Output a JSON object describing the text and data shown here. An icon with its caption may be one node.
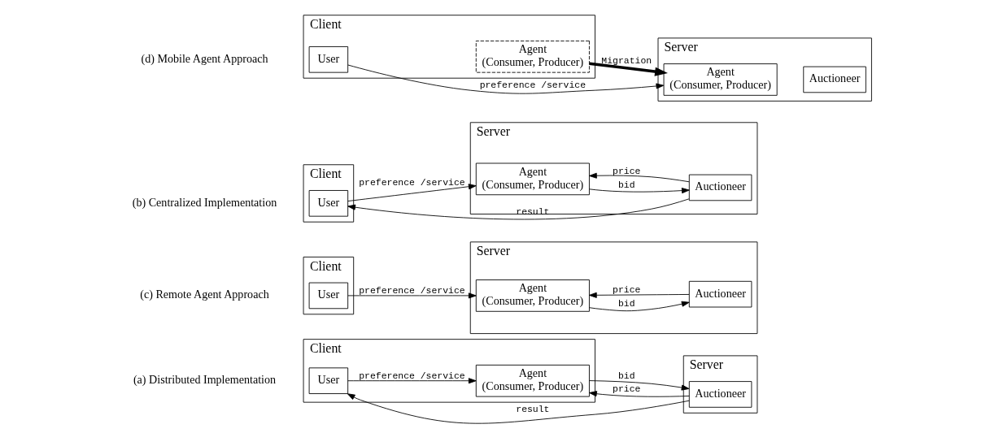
{
  "diagram": {
    "nodes": [
      {
        "text": [
          "Client"
        ]
      },
      {
        "text": [
          "User"
        ],
        "in": 0
      },
      {
        "text": [
          "Agent",
          "(Consumer, Producer)"
        ],
        "in": 0
      },
      {
        "text": [
          "Server"
        ]
      },
      {
        "text": [
          "Auctioneer"
        ],
        "in": 3
      },
      {
        "text": [
          "Client"
        ]
      },
      {
        "text": [
          "User"
        ],
        "in": 5
      },
      {
        "text": [
          "Server"
        ]
      },
      {
        "text": [
          "Agent",
          "(Consumer, Producer)"
        ],
        "in": 7
      },
      {
        "text": [
          "Auctioneer"
        ],
        "in": 7
      },
      {
        "text": [
          "Client"
        ]
      },
      {
        "text": [
          "User"
        ],
        "in": 10
      },
      {
        "text": [
          "Server"
        ]
      },
      {
        "text": [
          "Agent",
          "(Consumer, Producer)"
        ],
        "in": 12
      },
      {
        "text": [
          "Auctioneer"
        ],
        "in": 12
      },
      {
        "text": [
          "Client"
        ]
      },
      {
        "text": [
          "User"
        ],
        "in": 15
      },
      {
        "text": [
          "Agent",
          "(Consumer, Producer)"
        ],
        "in": 15
      },
      {
        "text": [
          "Server"
        ]
      },
      {
        "text": [
          "Agent",
          "(Consumer, Producer)"
        ],
        "in": 18
      },
      {
        "text": [
          "Auctioneer"
        ],
        "in": 18
      }
    ],
    "edges": [
      {
        "from": 1,
        "to": 2,
        "arrow": "to",
        "label": "preference /service"
      },
      {
        "from": 4,
        "to": 2,
        "arrow": "to",
        "label": "price"
      },
      {
        "from": 2,
        "to": 4,
        "arrow": "to",
        "label": "bid"
      },
      {
        "from": 4,
        "to": 1,
        "arrow": "to",
        "label": "result"
      },
      {
        "from": 6,
        "to": 8,
        "arrow": "to",
        "label": "preference /service"
      },
      {
        "from": 9,
        "to": 8,
        "arrow": "to",
        "label": "price"
      },
      {
        "from": 8,
        "to": 9,
        "arrow": "to",
        "label": "bid"
      },
      {
        "from": 11,
        "to": 13,
        "arrow": "to",
        "label": "preference /service"
      },
      {
        "from": 14,
        "to": 13,
        "arrow": "to",
        "label": "price"
      },
      {
        "from": 13,
        "to": 14,
        "arrow": "to",
        "label": "bid"
      },
      {
        "from": 14,
        "to": 11,
        "arrow": "to",
        "label": "result"
      },
      {
        "from": 16,
        "to": 19,
        "arrow": "to",
        "label": "preference /service"
      },
      {
        "from": 17,
        "to": 19,
        "arrow": "to",
        "label": "Migration",
        "style": "thick"
      }
    ],
    "labels": [
      "(a) Distributed Implementation",
      "(c) Remote Agent Approach",
      "(b) Centralized Implementation",
      "(d) Mobile Agent Approach"
    ]
  }
}
